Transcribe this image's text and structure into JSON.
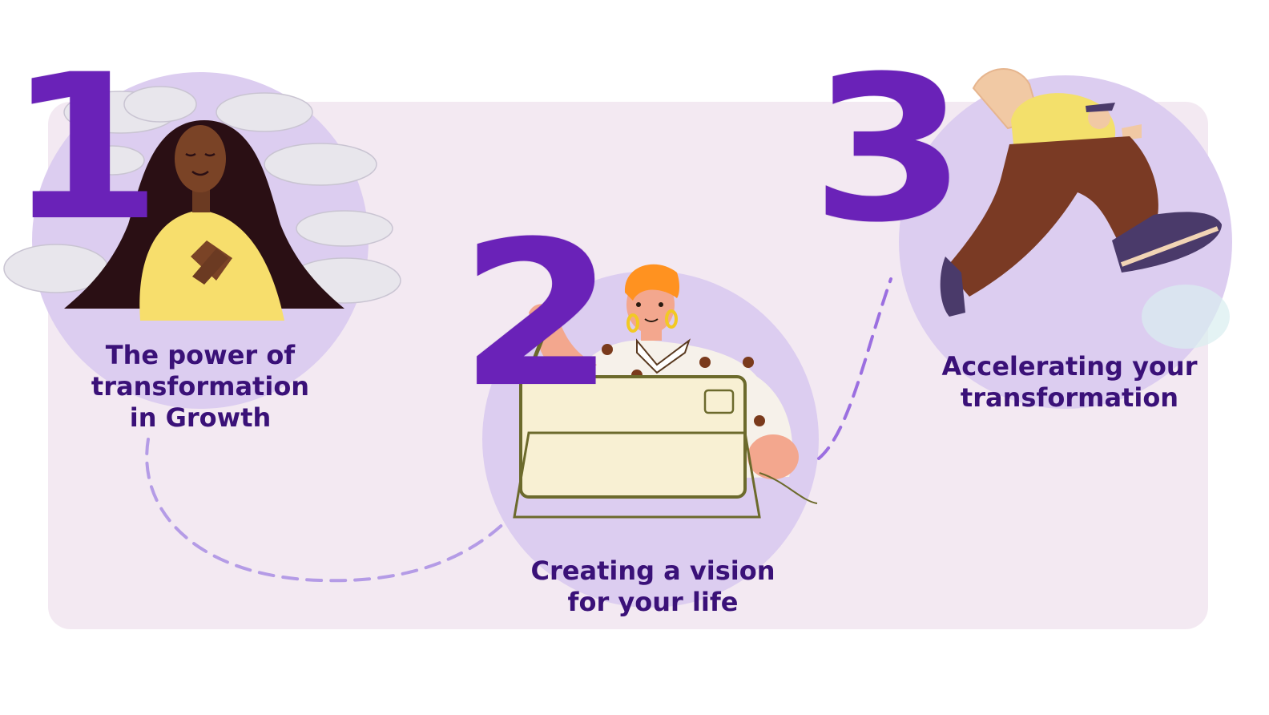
{
  "steps": [
    {
      "number": "1",
      "caption_lines": [
        "The power of",
        "transformation",
        "in Growth"
      ]
    },
    {
      "number": "2",
      "caption_lines": [
        "Creating a vision",
        "for your life"
      ]
    },
    {
      "number": "3",
      "caption_lines": [
        "Accelerating your",
        "transformation"
      ]
    }
  ],
  "colors": {
    "number_purple": "#6a22b8",
    "caption_purple": "#3a1178",
    "panel_pink": "#f3e9f2",
    "circle_lavender": "#dccdf0",
    "dash_purple": "#9b6fe0"
  },
  "icons": {
    "step1": "woman-meditating-clouds-illustration",
    "step2": "woman-drawing-on-tablet-illustration",
    "step3": "man-leaping-illustration"
  }
}
